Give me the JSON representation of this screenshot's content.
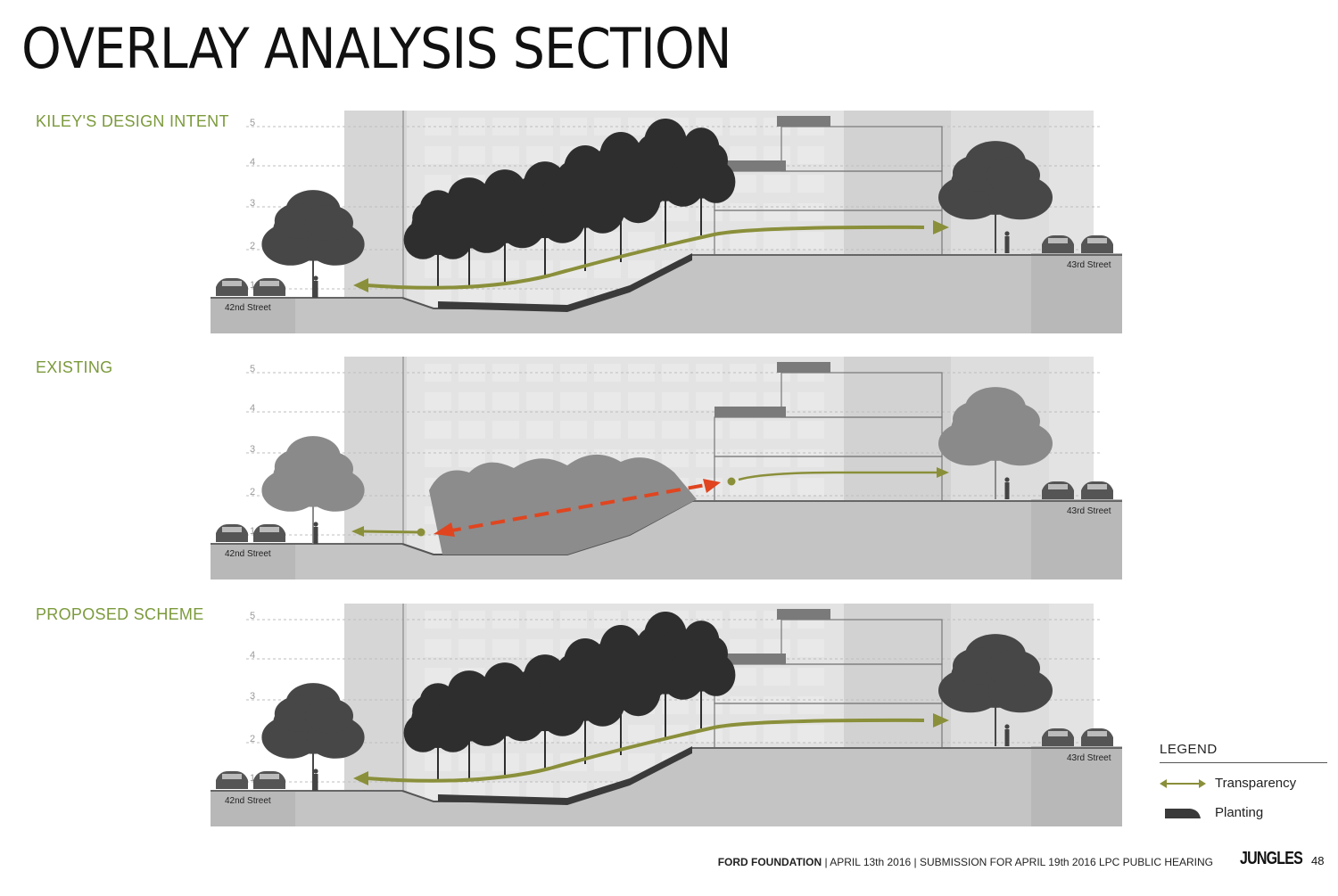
{
  "page": {
    "title": "OVERLAY ANALYSIS SECTION"
  },
  "sections": [
    {
      "label": "KILEY'S DESIGN INTENT",
      "street_left": "42nd Street",
      "street_right": "43rd Street",
      "floors": [
        "5",
        "4",
        "3",
        "2",
        "1"
      ],
      "variant": "intent"
    },
    {
      "label": "EXISTING",
      "street_left": "42nd Street",
      "street_right": "43rd Street",
      "floors": [
        "5",
        "4",
        "3",
        "2",
        "1"
      ],
      "variant": "existing"
    },
    {
      "label": "PROPOSED SCHEME",
      "street_left": "42nd Street",
      "street_right": "43rd Street",
      "floors": [
        "5",
        "4",
        "3",
        "2",
        "1"
      ],
      "variant": "proposed"
    }
  ],
  "legend": {
    "title": "LEGEND",
    "items": [
      {
        "label": "Transparency",
        "icon": "double-arrow-icon"
      },
      {
        "label": "Planting",
        "icon": "planting-shape-icon"
      }
    ]
  },
  "footer": {
    "org": "FORD FOUNDATION",
    "text": " | APRIL 13th 2016 | SUBMISSION FOR APRIL 19th 2016 LPC PUBLIC HEARING",
    "brand": "JUNGLES",
    "page_number": "48"
  },
  "colors": {
    "accent_green": "#7c9a3c",
    "arrow_green": "#8a8f3a",
    "blocked_red": "#e0451f"
  }
}
